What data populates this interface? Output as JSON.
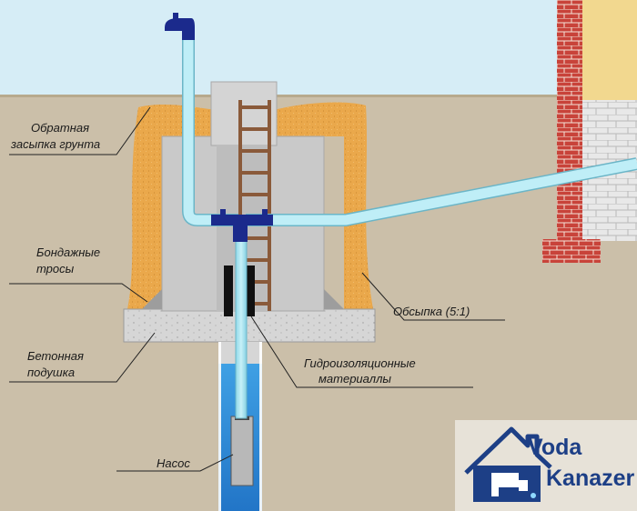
{
  "labels": {
    "backfill": [
      "Обратная",
      "засыпка грунта"
    ],
    "bandage": [
      "Бондажные",
      "тросы"
    ],
    "concrete": [
      "Бетонная",
      "подушка"
    ],
    "pump": "Насос",
    "casing": "Обсыпка (5:1)",
    "waterproofing": [
      "Гидроизоляционные",
      "материаллы"
    ]
  },
  "logo": {
    "line1": "Voda",
    "line2": "Kanazer"
  },
  "colors": {
    "sky": "#d4ecf5",
    "soil": "#cbbfa8",
    "sand": "#e8a84a",
    "concrete": "#cfcfcf",
    "pipe": "#a3e3ef",
    "pipe_dark": "#1b2a8c",
    "water": "#2b8ad6",
    "brick": "#c9433a",
    "stone": "#e6e6e6",
    "logo": "#1d3f86"
  }
}
